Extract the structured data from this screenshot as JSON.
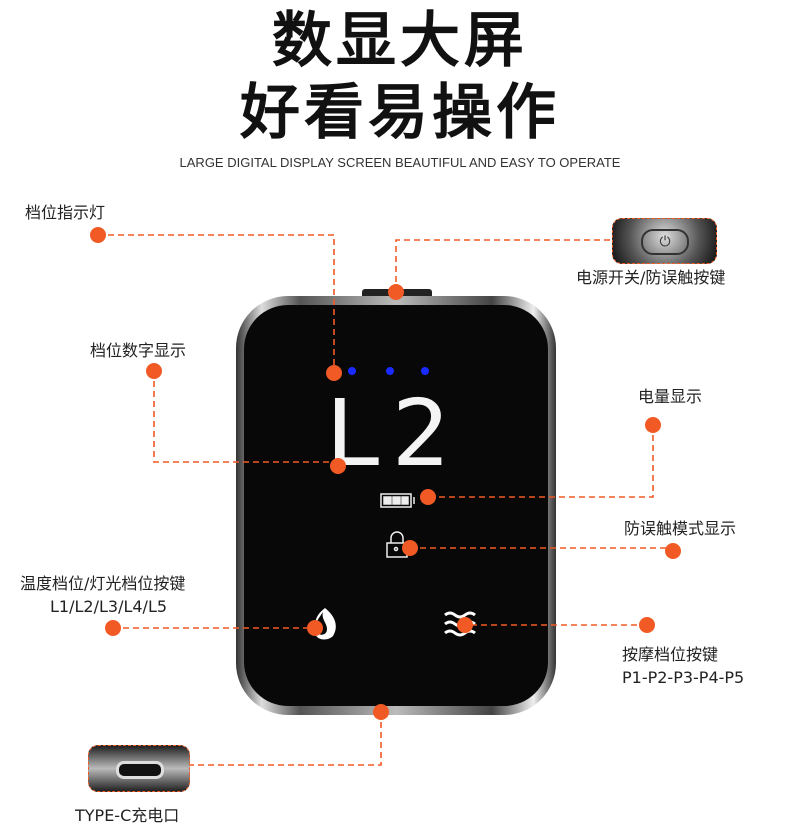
{
  "title_line1": "数显大屏",
  "title_line2": "好看易操作",
  "subtitle": "LARGE DIGITAL DISPLAY SCREEN BEAUTIFUL AND EASY TO OPERATE",
  "display_value": "L2",
  "labels": {
    "gear_indicator": "档位指示灯",
    "power_button": "电源开关/防误触按键",
    "gear_number": "档位数字显示",
    "battery": "电量显示",
    "lock_mode": "防误触模式显示",
    "heat_button": "温度档位/灯光档位按键",
    "heat_levels": "L1/L2/L3/L4/L5",
    "massage_button": "按摩档位按键",
    "massage_levels": "P1-P2-P3-P4-P5",
    "typec": "TYPE-C充电口"
  },
  "colors": {
    "accent": "#f15a24",
    "indicator": "#1a2bff"
  }
}
